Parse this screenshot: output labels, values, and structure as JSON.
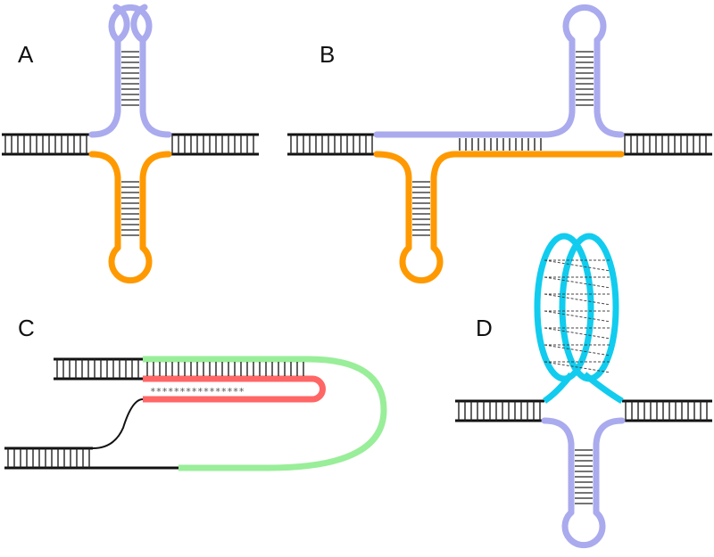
{
  "panels": {
    "a": {
      "label": "A"
    },
    "b": {
      "label": "B"
    },
    "c": {
      "label": "C"
    },
    "d": {
      "label": "D"
    }
  },
  "colors": {
    "duplex": "#111111",
    "lavender": "#aaaaee",
    "orange": "#ff9900",
    "green": "#99ee99",
    "red": "#ff6666",
    "cyan": "#11ccee",
    "rung": "#222222",
    "dashed": "#444444"
  },
  "panel_c": {
    "mismatch_marks": "****************"
  }
}
